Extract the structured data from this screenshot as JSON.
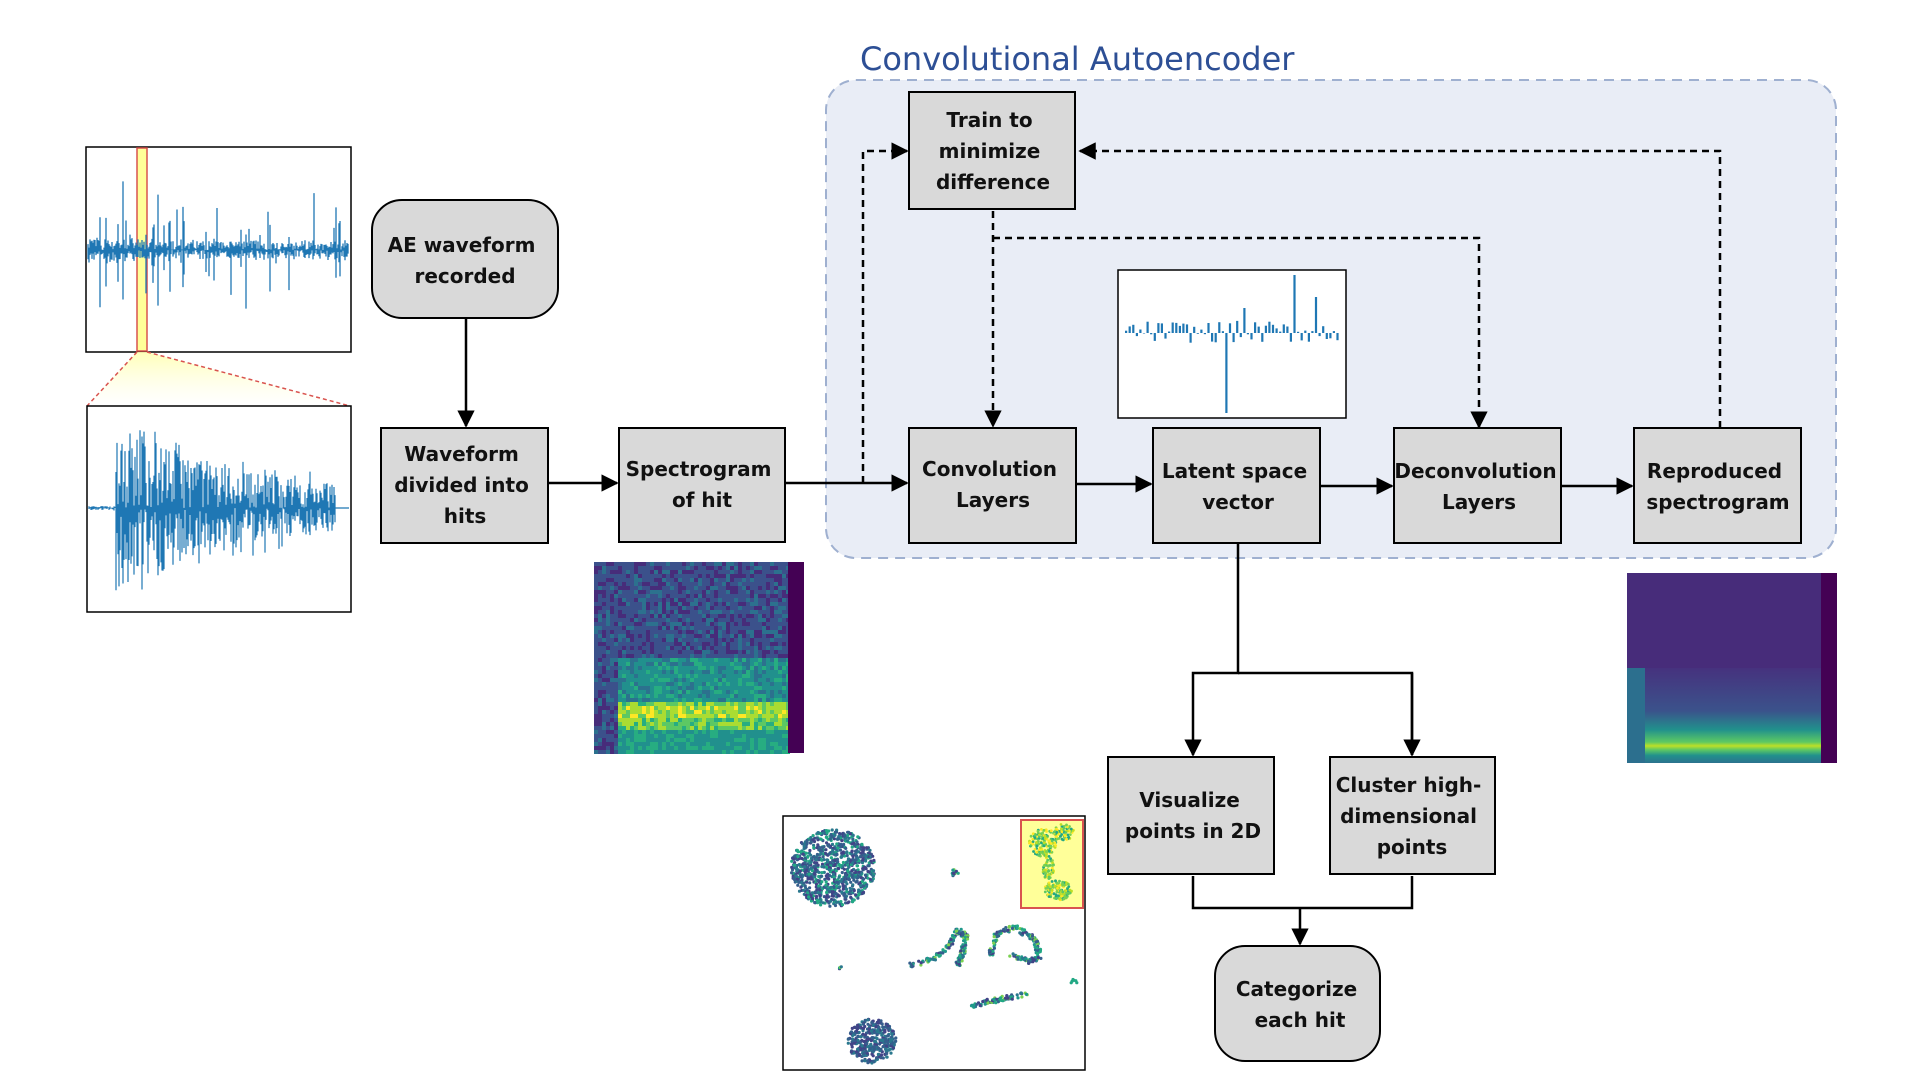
{
  "group": {
    "title": "Convolutional Autoencoder"
  },
  "nodes": {
    "ae_waveform": [
      "AE waveform",
      "recorded"
    ],
    "waveform_hits": [
      "Waveform",
      "divided into",
      "hits"
    ],
    "spectrogram": [
      "Spectrogram",
      "of hit"
    ],
    "train": [
      "Train to",
      "minimize",
      "difference"
    ],
    "convolution": [
      "Convolution",
      "Layers"
    ],
    "latent": [
      "Latent space",
      "vector"
    ],
    "deconvolution": [
      "Deconvolution",
      "Layers"
    ],
    "reproduced": [
      "Reproduced",
      "spectrogram"
    ],
    "visualize": [
      "Visualize",
      "points in 2D"
    ],
    "cluster": [
      "Cluster high-",
      "dimensional",
      "points"
    ],
    "categorize": [
      "Categorize",
      "each hit"
    ]
  },
  "colors": {
    "box_fill": "#d9d9d9",
    "group_fill": "#e9edf6",
    "group_border": "#9fb0d0",
    "plot_blue": "#1f77b4",
    "highlight": "#ffff99",
    "highlight_border": "#d9534f"
  }
}
